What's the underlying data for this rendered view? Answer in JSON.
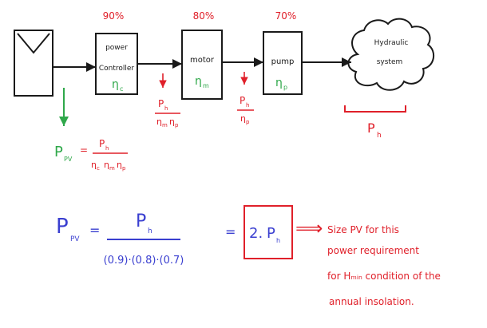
{
  "colors": {
    "ink": "#1a1a1a",
    "red": "#e0202a",
    "green": "#2fa84a",
    "blue": "#3a3fd0"
  },
  "diagram": {
    "efficiencies": {
      "controller": "90%",
      "motor": "80%",
      "pump": "70%"
    },
    "blocks": {
      "controller": {
        "line1": "power",
        "line2": "Controller",
        "symbol": "η",
        "sub": "c"
      },
      "motor": {
        "line1": "motor",
        "symbol": "η",
        "sub": "m"
      },
      "pump": {
        "line1": "pump",
        "symbol": "η",
        "sub": "p"
      },
      "cloud": {
        "line1": "Hydraulic",
        "line2": "system"
      }
    },
    "hydraulic_power": {
      "symbol": "P",
      "sub": "h"
    },
    "fraction_controller": {
      "num": "P",
      "num_sub": "h",
      "den_a": "η",
      "den_a_sub": "m",
      "den_b": "η",
      "den_b_sub": "p"
    },
    "fraction_motor": {
      "num": "P",
      "num_sub": "h",
      "den": "η",
      "den_sub": "p"
    },
    "ppv_expression": {
      "lhs": "P",
      "lhs_sub": "PV",
      "eq": "=",
      "num": "P",
      "num_sub": "h",
      "den": "η",
      "den_sub1": "c",
      "den2": "η",
      "den_sub2": "m",
      "den3": "η",
      "den_sub3": "p"
    }
  },
  "equation": {
    "lhs": "P",
    "lhs_sub": "PV",
    "eq1": "=",
    "num": "P",
    "num_sub": "h",
    "den": "(0.9)·(0.8)·(0.7)",
    "eq2": "=",
    "boxed_coef": "2.",
    "boxed_sym": "P",
    "boxed_sub": "h",
    "implies": "⟹",
    "note": [
      "Size PV for this",
      "power requirement",
      "for Hₘᵢₙ condition of the",
      "annual insolation."
    ]
  }
}
